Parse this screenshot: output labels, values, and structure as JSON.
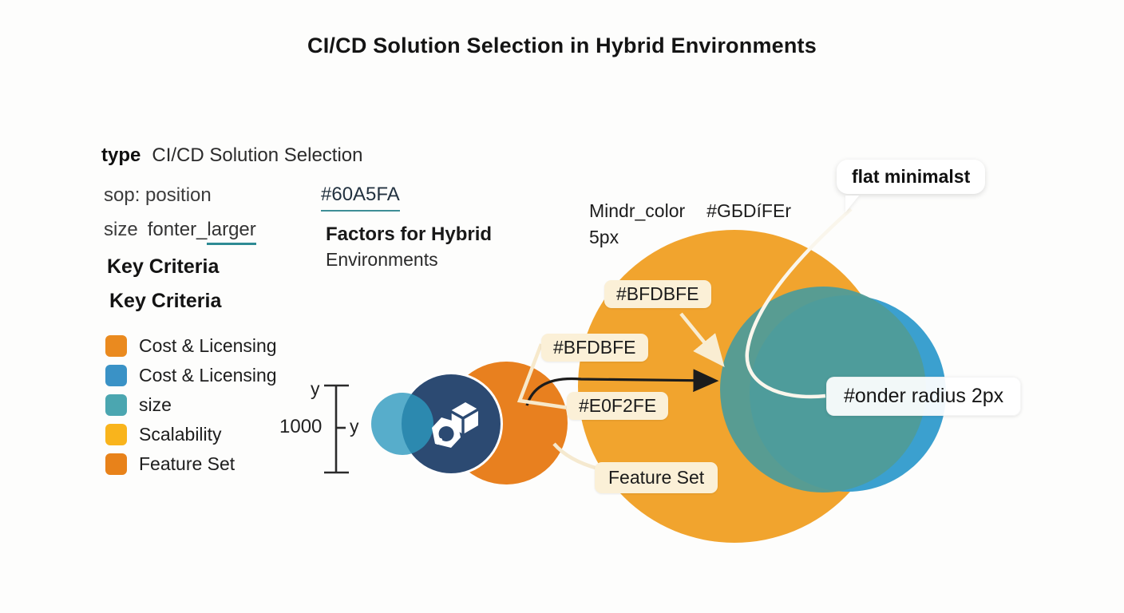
{
  "title": "CI/CD Solution Selection in Hybrid Environments",
  "spec": {
    "type_key": "type",
    "type_value": "CI/CD Solution Selection",
    "position_line": "sop: position",
    "size_key": "size",
    "size_value_plain": "fonter_",
    "size_value_underlined": "larger",
    "hex_link": "#60A5FA",
    "factors_line1": "Factors for Hybrid",
    "factors_line2": "Environments",
    "key_criteria_a": "Key Criteria",
    "key_criteria_b": "Key Criteria"
  },
  "legend": {
    "items": [
      {
        "label": "Cost & Licensing",
        "color": "#EA8A1F"
      },
      {
        "label": "Cost & Licensing",
        "color": "#3A92C6"
      },
      {
        "label": "size",
        "color": "#4BA6B0"
      },
      {
        "label": "Scalability",
        "color": "#F9B41C"
      },
      {
        "label": "Feature Set",
        "color": "#E8821A"
      }
    ]
  },
  "axis": {
    "top_tick_label": "y",
    "mid_value": "1000",
    "mid_tick_label": "y"
  },
  "callouts": {
    "mindr_key": "Mindr_color",
    "mindr_value": "#GБDíFEr",
    "mindr_size": "5px",
    "style_bubble": "flat minimalst",
    "chip_top": "#BFDBFE",
    "chip_mid": "#BFDBFE",
    "chip_inner": "#E0F2FE",
    "chip_feature": "Feature Set",
    "radius_chip": "#onder radius 2px"
  },
  "bubbles": {
    "big_orange": "#F1A42E",
    "big_teal": "#4F9C98",
    "big_blue": "#3BA0CF",
    "small_orange": "#E8801F",
    "navy": "#2C4A72",
    "cyan": "#2D99BE"
  }
}
